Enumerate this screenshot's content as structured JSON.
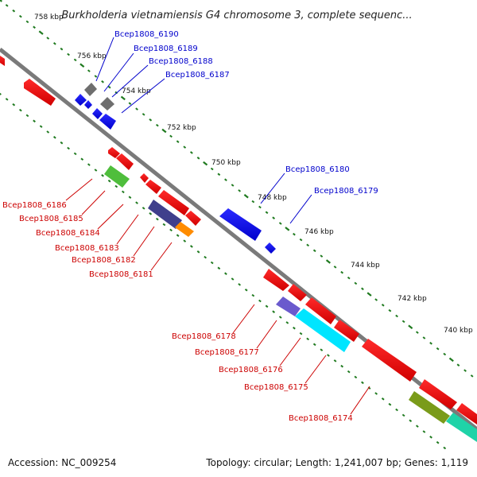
{
  "title": "Burkholderia vietnamiensis G4 chromosome 3, complete sequenc...",
  "footer": {
    "accession": "Accession: NC_009254",
    "topology": "Topology: circular; Length: 1,241,007 bp; Genes: 1,119"
  },
  "colors": {
    "backbone": "#808080",
    "tick_dots": "#1f7a1f",
    "forward_label": "#0000cc",
    "reverse_label": "#cc0000"
  },
  "ticks": [
    "758 kbp",
    "756 kbp",
    "754 kbp",
    "752 kbp",
    "750 kbp",
    "748 kbp",
    "746 kbp",
    "744 kbp",
    "742 kbp",
    "740 kbp"
  ],
  "labels": {
    "forward": [
      "Bcep1808_6190",
      "Bcep1808_6189",
      "Bcep1808_6188",
      "Bcep1808_6187",
      "Bcep1808_6180",
      "Bcep1808_6179"
    ],
    "reverse": [
      "Bcep1808_6186",
      "Bcep1808_6185",
      "Bcep1808_6184",
      "Bcep1808_6183",
      "Bcep1808_6182",
      "Bcep1808_6181",
      "Bcep1808_6178",
      "Bcep1808_6177",
      "Bcep1808_6176",
      "Bcep1808_6175",
      "Bcep1808_6174"
    ]
  }
}
